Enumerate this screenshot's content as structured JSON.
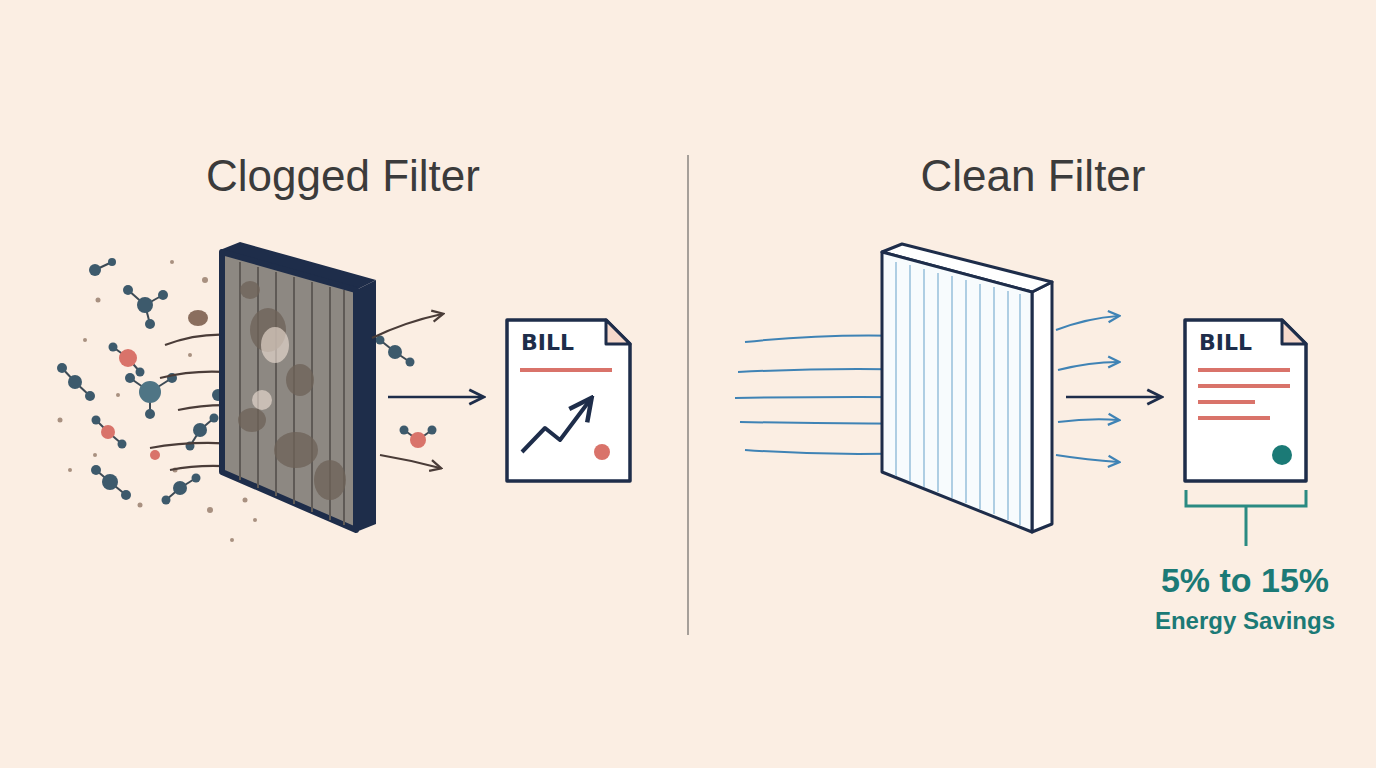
{
  "diagram": {
    "nodes": [
      {
        "text": [
          "BILL"
        ]
      },
      {
        "text": [
          "BILL"
        ]
      }
    ],
    "labels": [
      "Clogged Filter",
      "Clean Filter",
      "5% to 15%",
      "Energy Savings"
    ]
  }
}
